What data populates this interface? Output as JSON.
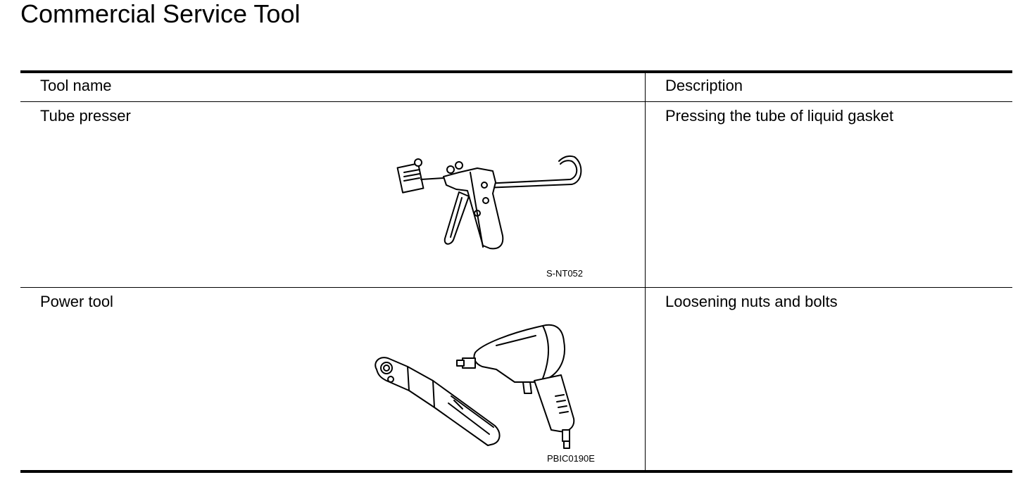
{
  "page": {
    "title": "Commercial Service Tool"
  },
  "table": {
    "headers": {
      "tool_name": "Tool name",
      "description": "Description"
    },
    "rows": [
      {
        "tool_name": "Tube presser",
        "figure_code": "S-NT052",
        "icon": "tube-presser-illustration",
        "description": "Pressing the tube of liquid gasket"
      },
      {
        "tool_name": "Power tool",
        "figure_code": "PBIC0190E",
        "icon": "power-tool-illustration",
        "description": "Loosening nuts and bolts"
      }
    ]
  }
}
